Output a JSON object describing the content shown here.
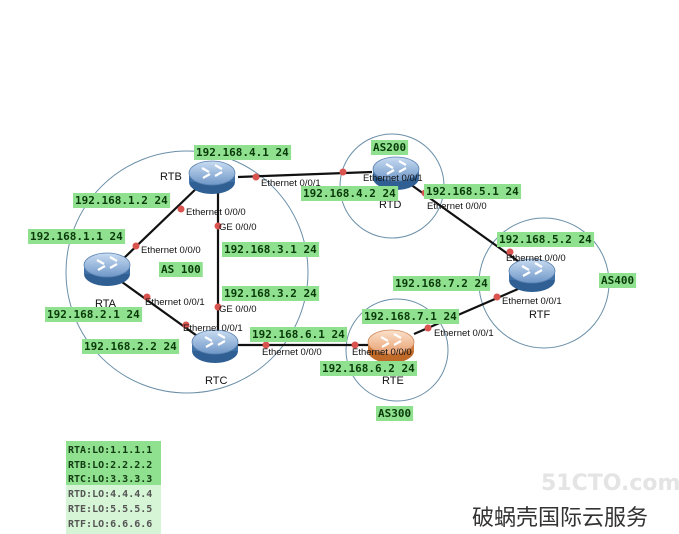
{
  "routers": {
    "rta": "RTA",
    "rtb": "RTB",
    "rtc": "RTC",
    "rtd": "RTD",
    "rte": "RTE",
    "rtf": "RTF"
  },
  "as_labels": {
    "as100": "AS 100",
    "as200": "AS200",
    "as300": "AS300",
    "as400": "AS400"
  },
  "ip_labels": {
    "rtb_e1": "192.168.4.1 24",
    "rtb_e0": "192.168.1.2 24",
    "rta_e0": "192.168.1.1 24",
    "rtb_ge": "192.168.3.1 24",
    "rtc_ge": "192.168.3.2 24",
    "rta_e1": "192.168.2.1 24",
    "rtc_e1": "192.168.2.2 24",
    "rtc_e0": "192.168.6.1 24",
    "rtd_e1": "192.168.4.2 24",
    "rtd_e0": "192.168.5.1 24",
    "rtf_e0": "192.168.5.2 24",
    "rtf_e1": "192.168.7.2 24",
    "rte_e1": "192.168.7.1 24",
    "rte_e0": "192.168.6.2 24"
  },
  "interfaces": {
    "e000": "Ethernet 0/0/0",
    "e001": "Ethernet 0/0/1",
    "ge000": "GE 0/0/0"
  },
  "loopbacks": [
    "RTA:LO:1.1.1.1",
    "RTB:LO:2.2.2.2",
    "RTC:LO:3.3.3.3",
    "RTD:LO:4.4.4.4",
    "RTE:LO:5.5.5.5",
    "RTF:LO:6.6.6.6"
  ],
  "watermark": {
    "site": "51CTO.com",
    "text": "破蜗壳国际云服务"
  },
  "colors": {
    "label_bg": "#8fe08f",
    "router_blue": "#6f97c8",
    "router_orange": "#e8a070",
    "port_dot": "#d9534f"
  }
}
